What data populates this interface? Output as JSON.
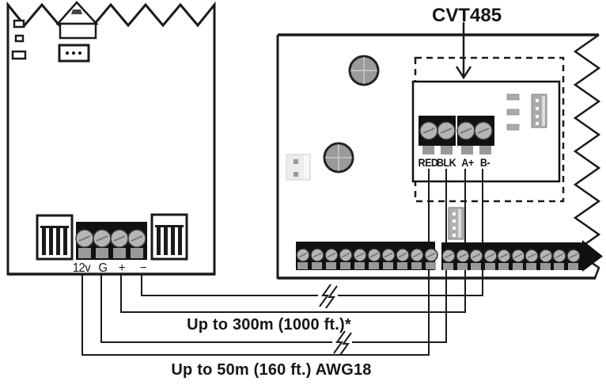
{
  "diagram": {
    "module_label": "CVT485",
    "left_board": {
      "terminals": [
        "12v",
        "G",
        "+",
        "−"
      ]
    },
    "right_board": {
      "module_terminals": [
        "RED",
        "BLK",
        "A+",
        "B-"
      ]
    },
    "annotations": {
      "rs485_distance": "Up to 300m (1000 ft.)*",
      "power_distance": "Up to 50m (160 ft.) AWG18"
    },
    "connections": [
      {
        "from": "12v",
        "to": "RED"
      },
      {
        "from": "G",
        "to": "BLK"
      },
      {
        "from": "+",
        "to": "A+"
      },
      {
        "from": "−",
        "to": "B-"
      }
    ],
    "colors": {
      "line": "#1a1a1a",
      "terminal_block": "#111111",
      "screw": "#b5b5b5",
      "tab": "#999999",
      "mounting_hole": "#9a9a9a"
    }
  }
}
